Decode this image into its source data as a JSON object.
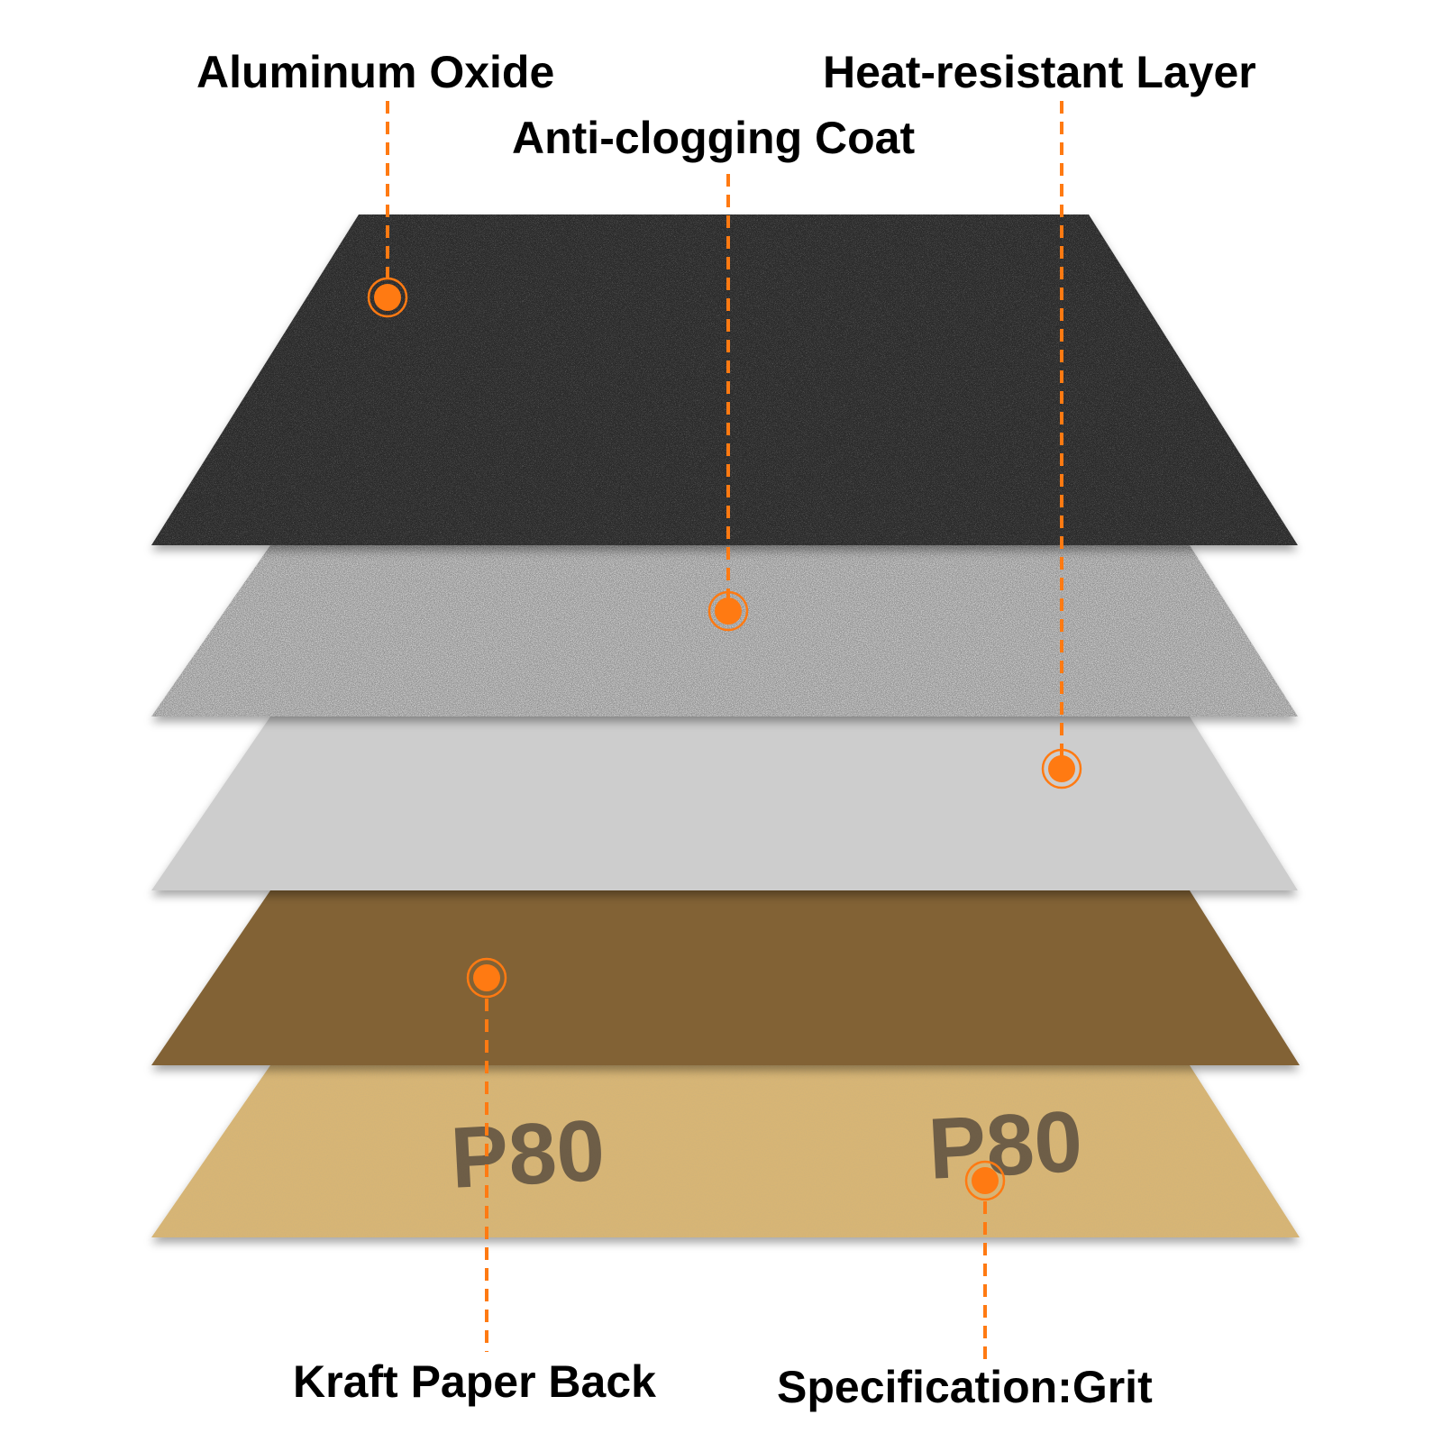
{
  "colors": {
    "accent": "#ff7a12",
    "aluminum_oxide_layer": "#2b2b2b",
    "anti_clogging_layer": "#8f8f8f",
    "heat_resistant_layer": "#cdcdcd",
    "kraft_dark_layer": "#826234",
    "kraft_back_layer": "#d7b574",
    "label_text": "#000000"
  },
  "labels": {
    "aluminum_oxide": "Aluminum Oxide",
    "anti_clogging_coat": "Anti-clogging Coat",
    "heat_resistant_layer": "Heat-resistant Layer",
    "kraft_paper_back": "Kraft Paper Back",
    "specification_grit": "Specification:Grit"
  },
  "back_print": {
    "left": "P80",
    "right": "P80"
  },
  "icons": {
    "marker": "target-dot-icon"
  }
}
